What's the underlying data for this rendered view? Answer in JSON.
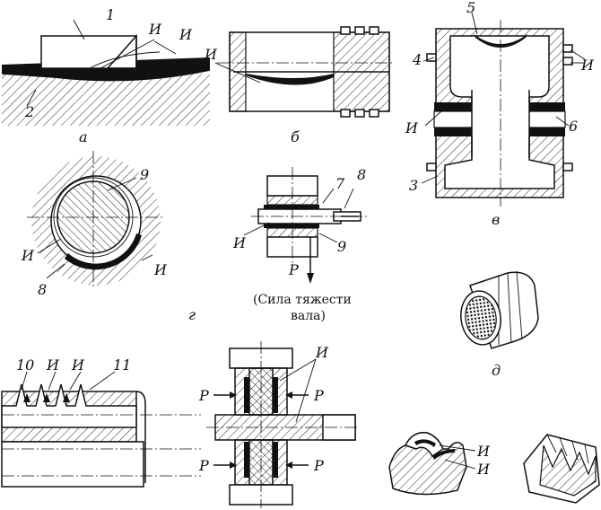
{
  "labels": {
    "wear": "И",
    "n1": "1",
    "n2": "2",
    "n3": "3",
    "n4": "4",
    "n5": "5",
    "n6": "6",
    "n7": "7",
    "n8": "8",
    "n9": "9",
    "n10": "10",
    "n11": "11",
    "force": "P",
    "fig_a": "а",
    "fig_b": "б",
    "fig_v": "в",
    "fig_g": "г",
    "fig_d": "д"
  },
  "caption": {
    "line1": "(Сила тяжести",
    "line2": "вала)"
  }
}
